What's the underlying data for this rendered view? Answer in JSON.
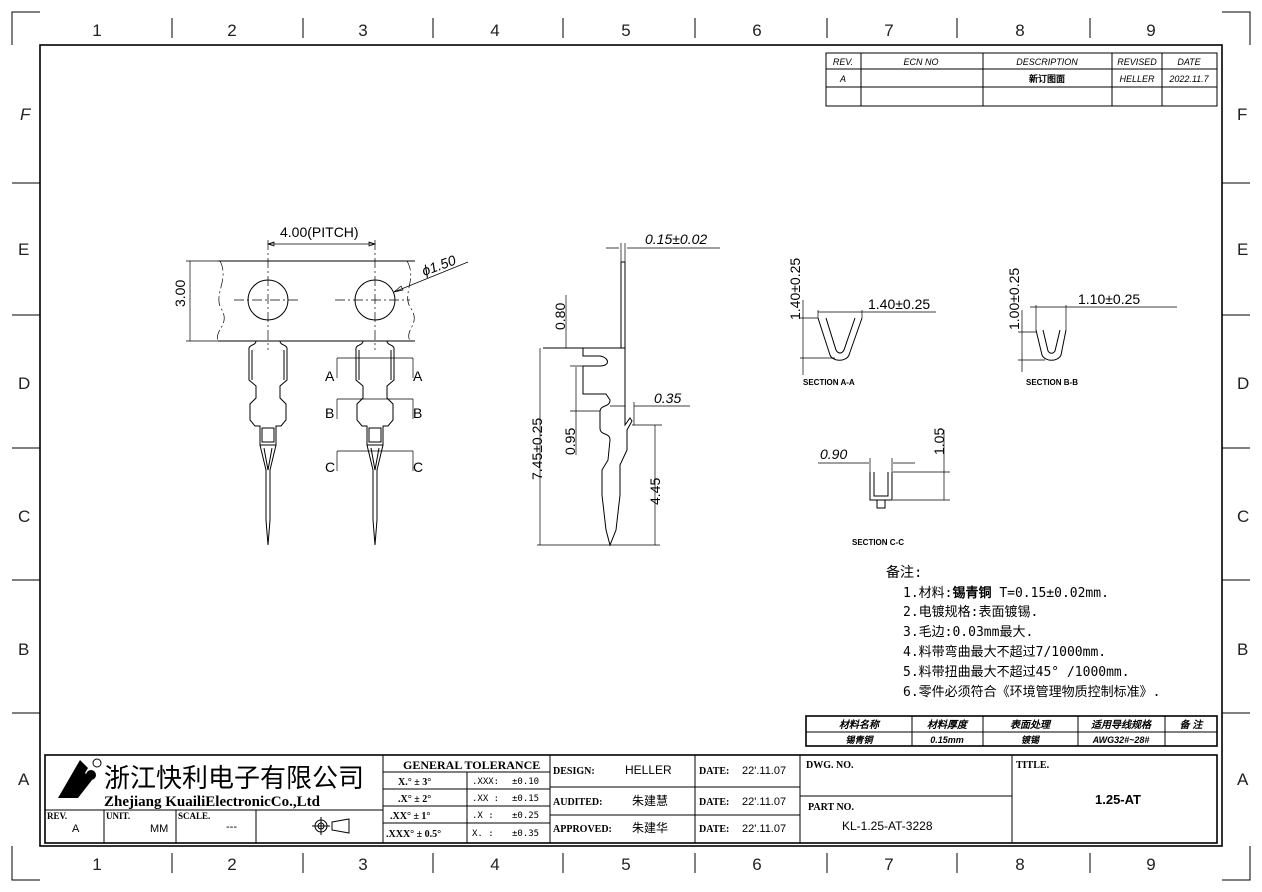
{
  "zones": {
    "columns": [
      "1",
      "2",
      "3",
      "4",
      "5",
      "6",
      "7",
      "8",
      "9"
    ],
    "rows": [
      "F",
      "E",
      "D",
      "C",
      "B",
      "A"
    ]
  },
  "revision_table": {
    "headers": [
      "REV.",
      "ECN NO",
      "DESCRIPTION",
      "REVISED",
      "DATE"
    ],
    "rows": [
      [
        "A",
        "",
        "新订图面",
        "HELLER",
        "2022.11.7"
      ]
    ]
  },
  "views": {
    "top": {
      "pitch": "4.00(PITCH)",
      "height": "3.00",
      "hole": "ϕ1.50",
      "section_marks": [
        "A",
        "A",
        "B",
        "B",
        "C",
        "C"
      ]
    },
    "side": {
      "thickness": "0.15±0.02",
      "tab": "0.80",
      "total": "7.45±0.25",
      "gap": "0.95",
      "offset": "0.35",
      "pin": "4.45"
    },
    "section_a": {
      "height": "1.40±0.25",
      "width": "1.40±0.25",
      "label": "SECTION A-A"
    },
    "section_b": {
      "height": "1.00±0.25",
      "width": "1.10±0.25",
      "label": "SECTION B-B"
    },
    "section_c": {
      "width": "0.90",
      "height": "1.05",
      "label": "SECTION C-C"
    }
  },
  "notes": {
    "title": "备注:",
    "items": [
      {
        "prefix": "1.材料:",
        "bold": "锡青铜",
        "suffix": " T=0.15±0.02mm."
      },
      {
        "prefix": "2.电镀规格:表面镀锡.",
        "bold": "",
        "suffix": ""
      },
      {
        "prefix": "3.毛边:0.03mm最大.",
        "bold": "",
        "suffix": ""
      },
      {
        "prefix": "4.料带弯曲最大不超过7/1000mm.",
        "bold": "",
        "suffix": ""
      },
      {
        "prefix": "5.料带扭曲最大不超过45° /1000mm.",
        "bold": "",
        "suffix": ""
      },
      {
        "prefix": "6.零件必须符合《环境管理物质控制标准》.",
        "bold": "",
        "suffix": ""
      }
    ]
  },
  "material_table": {
    "headers": [
      "材料名称",
      "材料厚度",
      "表面处理",
      "适用导线规格",
      "备 注"
    ],
    "values": [
      "锡青铜",
      "0.15mm",
      "镀锡",
      "AWG32#~28#",
      ""
    ]
  },
  "title_block": {
    "company_cn": "浙江快利电子有限公司",
    "company_en": "Zhejiang KuailiElectronicCo.,Ltd",
    "rev_label": "REV.",
    "rev": "A",
    "unit_label": "UNIT.",
    "unit": "MM",
    "scale_label": "SCALE.",
    "scale": "---",
    "tolerance_title": "GENERAL  TOLERANCE",
    "tolerance_angles": [
      "X.° ± 3°",
      ".X° ± 2°",
      ".XX° ± 1°",
      ".XXX° ± 0.5°"
    ],
    "tolerance_linear": [
      [
        ".XXX:",
        "±0.10"
      ],
      [
        ".XX :",
        "±0.15"
      ],
      [
        ".X  :",
        "±0.25"
      ],
      [
        "X.  :",
        "±0.35"
      ]
    ],
    "design_label": "DESIGN:",
    "design": "HELLER",
    "audited_label": "AUDITED:",
    "audited": "朱建慧",
    "approved_label": "APPROVED:",
    "approved": "朱建华",
    "date_label": "DATE:",
    "dates": [
      "22'.11.07",
      "22'.11.07",
      "22'.11.07"
    ],
    "dwg_label": "DWG. NO.",
    "dwg": "",
    "part_label": "PART NO.",
    "part": "KL-1.25-AT-3228",
    "title_label": "TITLE.",
    "title": "1.25-AT"
  }
}
